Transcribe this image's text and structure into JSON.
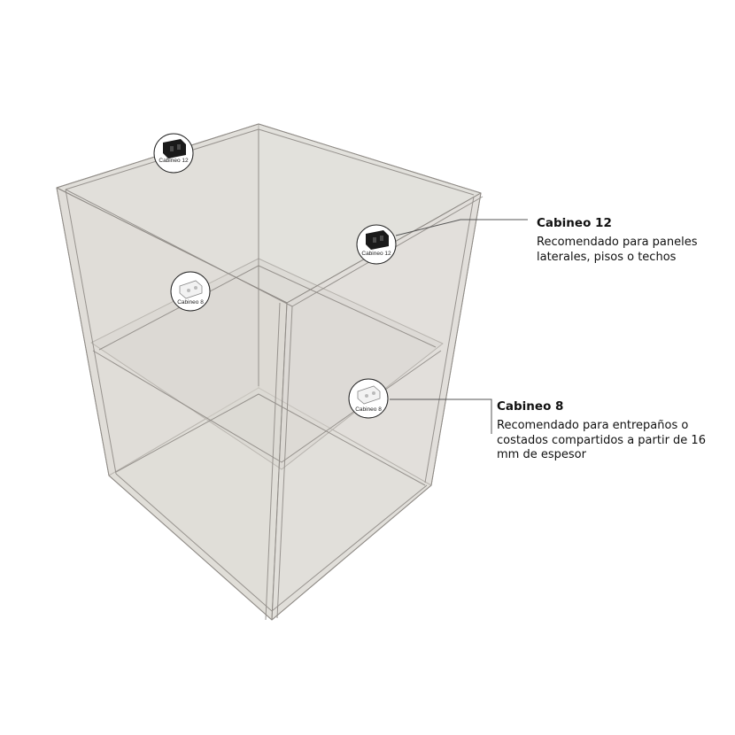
{
  "colors": {
    "panel_fill": "#d8d5cf",
    "panel_edge": "#8f8b86",
    "leader_line": "#555555",
    "connector_dark": "#1a1a1a",
    "connector_light": "#f2f2f2"
  },
  "badges": [
    {
      "label": "Cabineo 12",
      "type": "cabineo-12"
    },
    {
      "label": "Cabineo 12",
      "type": "cabineo-12"
    },
    {
      "label": "Cabineo 8",
      "type": "cabineo-8"
    },
    {
      "label": "Cabineo 8",
      "type": "cabineo-8"
    }
  ],
  "callouts": {
    "cabineo12": {
      "title": "Cabineo 12",
      "description": "Recomendado para paneles laterales, pisos o techos"
    },
    "cabineo8": {
      "title": "Cabineo 8",
      "description": "Recomendado para entrepaños o costados compartidos a partir de 16 mm de espesor"
    }
  }
}
